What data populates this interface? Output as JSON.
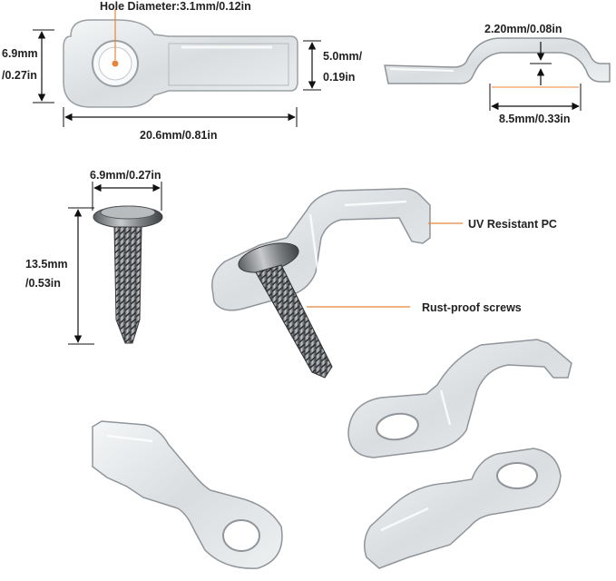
{
  "labels": {
    "hole_diameter": "Hole Diameter:3.1mm/0.12in",
    "clip_height_mm": "6.9mm",
    "clip_height_in": "/0.27in",
    "clip_width_mm": "5.0mm/",
    "clip_width_in": "0.19in",
    "clip_length": "20.6mm/0.81in",
    "channel_height": "2.20mm/0.08in",
    "channel_width": "8.5mm/0.33in",
    "screw_head": "6.9mm/0.27in",
    "screw_length_mm": "13.5mm",
    "screw_length_in": "/0.53in",
    "material": "UV Resistant PC",
    "screws": "Rust-proof screws"
  },
  "colors": {
    "hole_marker": "#e6863a",
    "dimension_line": "#111111",
    "callout_line": "#e6863a"
  }
}
